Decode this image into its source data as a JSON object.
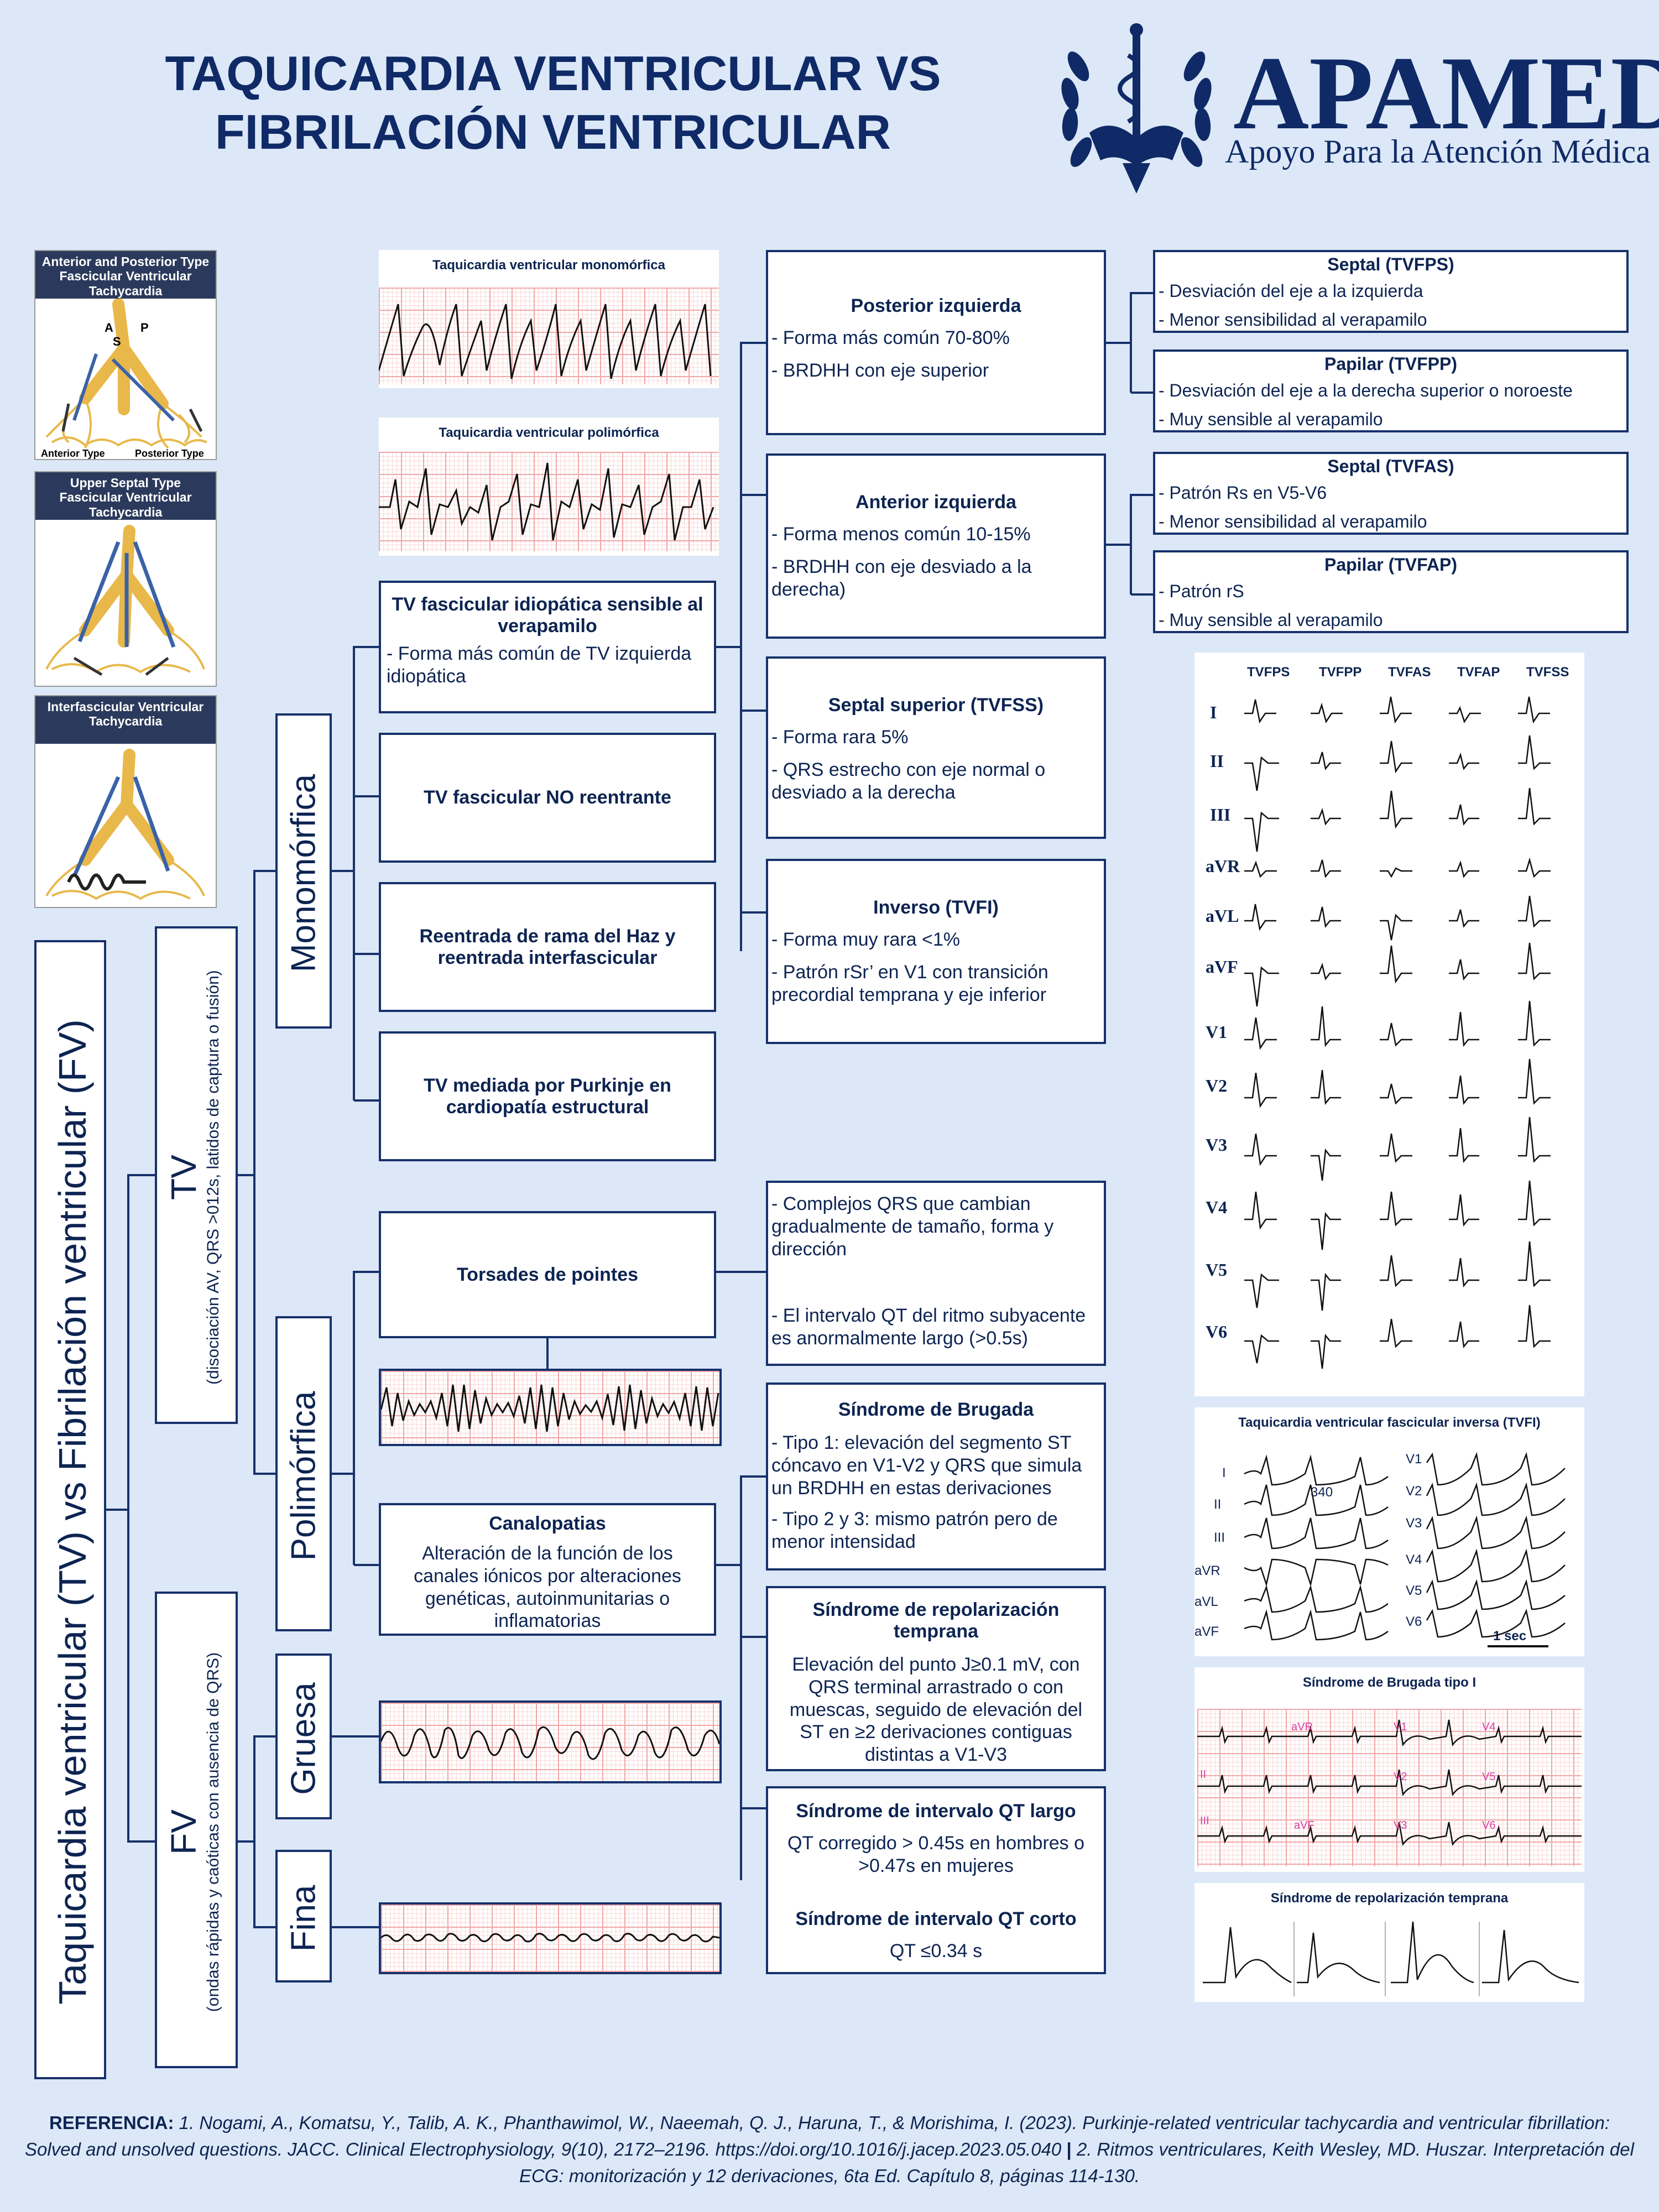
{
  "header": {
    "title_line1": "TAQUICARDIA VENTRICULAR VS",
    "title_line2": "FIBRILACIÓN VENTRICULAR",
    "brand": "APAMED",
    "brand_sub": "Apoyo Para la Atención Médica"
  },
  "left_panels": {
    "p1_title": "Anterior and Posterior Type Fascicular Ventricular Tachycardia",
    "p1_a": "A",
    "p1_s": "S",
    "p1_p": "P",
    "p1_anterior": "Anterior Type",
    "p1_posterior": "Posterior Type",
    "p2_title": "Upper Septal Type Fascicular Ventricular Tachycardia",
    "p3_title": "Interfascicular Ventricular Tachycardia"
  },
  "tree": {
    "root": "Taquicardia ventricular (TV) vs Fibrilación ventricular (FV)",
    "tv": "TV",
    "tv_sub": "(disociación AV, QRS >012s, latidos de captura o fusión)",
    "fv": "FV",
    "fv_sub": "(ondas rápidas y caóticas con ausencia de QRS)",
    "mono": "Monomórfica",
    "poli": "Polimórfica",
    "gruesa": "Gruesa",
    "fina": "Fina"
  },
  "ecg_captions": {
    "mono": "Taquicardia ventricular monomórfica",
    "poli": "Taquicardia ventricular polimórfica"
  },
  "mono_boxes": {
    "b1_title": "TV fascicular idiopática sensible al verapamilo",
    "b1_text": "- Forma más común de TV izquierda idiopática",
    "b2": "TV fascicular NO reentrante",
    "b3": "Reentrada de rama del Haz y reentrada interfascicular",
    "b4": "TV mediada por Purkinje en cardiopatía estructural"
  },
  "fasc_boxes": {
    "post_title": "Posterior izquierda",
    "post_l1": "- Forma más común 70-80%",
    "post_l2": "- BRDHH con eje superior",
    "ant_title": "Anterior izquierda",
    "ant_l1": "- Forma menos común 10-15%",
    "ant_l2": "- BRDHH con eje desviado a la derecha)",
    "sup_title": "Septal superior (TVFSS)",
    "sup_l1": "- Forma rara 5%",
    "sup_l2": "- QRS estrecho con eje normal o desviado a la derecha",
    "inv_title": "Inverso (TVFI)",
    "inv_l1": "- Forma muy rara <1%",
    "inv_l2": "- Patrón rSr’ en V1 con transición precordial temprana y eje inferior"
  },
  "sub_boxes": {
    "tvfps_title": "Septal (TVFPS)",
    "tvfps_l1": "- Desviación del eje a la izquierda",
    "tvfps_l2": "- Menor sensibilidad al verapamilo",
    "tvfpp_title": "Papilar (TVFPP)",
    "tvfpp_l1": "- Desviación del eje a la derecha superior o noroeste",
    "tvfpp_l2": "- Muy sensible al verapamilo",
    "tvfas_title": "Septal (TVFAS)",
    "tvfas_l1": "- Patrón Rs en V5-V6",
    "tvfas_l2": "- Menor sensibilidad al verapamilo",
    "tvfap_title": "Papilar (TVFAP)",
    "tvfap_l1": "- Patrón rS",
    "tvfap_l2": "- Muy sensible al verapamilo"
  },
  "ecg12": {
    "columns": [
      "TVFPS",
      "TVFPP",
      "TVFAS",
      "TVFAP",
      "TVFSS"
    ],
    "leads": [
      "I",
      "II",
      "III",
      "aVR",
      "aVL",
      "aVF",
      "V1",
      "V2",
      "V3",
      "V4",
      "V5",
      "V6"
    ]
  },
  "poly": {
    "torsades": "Torsades de pointes",
    "torsades_l1": "- Complejos QRS que cambian gradualmente de tamaño, forma y dirección",
    "torsades_l2": "- El intervalo QT del ritmo subyacente es anormalmente largo (>0.5s)",
    "canal_title": "Canalopatias",
    "canal_text": "Alteración de la función de los canales iónicos por alteraciones genéticas, autoinmunitarias o inflamatorias",
    "brugada_title": "Síndrome de Brugada",
    "brugada_l1": "- Tipo 1: elevación del segmento ST cóncavo en V1-V2 y QRS que simula un BRDHH en estas derivaciones",
    "brugada_l2": "- Tipo 2 y 3: mismo patrón pero de menor intensidad",
    "repol_title": "Síndrome de repolarización temprana",
    "repol_text": "Elevación del punto J≥0.1 mV, con QRS terminal arrastrado o con muescas, seguido de elevación del ST en ≥2 derivaciones contiguas distintas a V1-V3",
    "qtl_title": "Síndrome de intervalo QT largo",
    "qtl_text": "QT corregido > 0.45s en hombres o >0.47s en mujeres",
    "qtc_title": "Síndrome de intervalo QT corto",
    "qtc_text": "QT ≤0.34 s"
  },
  "right_panels": {
    "tvfi_title": "Taquicardia ventricular fascicular inversa (TVFI)",
    "tvfi_leads_left": [
      "I",
      "II",
      "III",
      "aVR",
      "aVL",
      "aVF"
    ],
    "tvfi_leads_right": [
      "V1",
      "V2",
      "V3",
      "V4",
      "V5",
      "V6"
    ],
    "tvfi_340": "340",
    "tvfi_1sec": "1 sec",
    "brugada_title": "Síndrome de Brugada tipo I",
    "brugada_labels": [
      "aVR",
      "V1",
      "V4",
      "II",
      "V2",
      "V5",
      "III",
      "aVF",
      "V3",
      "V6"
    ],
    "repol_title": "Síndrome de repolarización temprana"
  },
  "reference": {
    "label": "REFERENCIA:",
    "text1": "1. Nogami, A., Komatsu, Y., Talib, A. K., Phanthawimol, W., Naeemah, Q. J., Haruna, T., & Morishima, I. (2023). Purkinje-related ventricular tachycardia and ventricular fibrillation: Solved and unsolved questions. JACC. Clinical Electrophysiology, 9(10), 2172–2196. https://doi.org/10.1016/j.jacep.2023.05.040",
    "sep": " | ",
    "text2": "2. Ritmos ventriculares, Keith Wesley, MD. Huszar. Interpretación del ECG: monitorización y 12 derivaciones, 6ta Ed. Capítulo 8, páginas 114-130."
  },
  "colors": {
    "navy": "#17316b",
    "background": "#dce8f7",
    "anatomy": "#e8b84a",
    "arrow": "#3a62a8"
  }
}
